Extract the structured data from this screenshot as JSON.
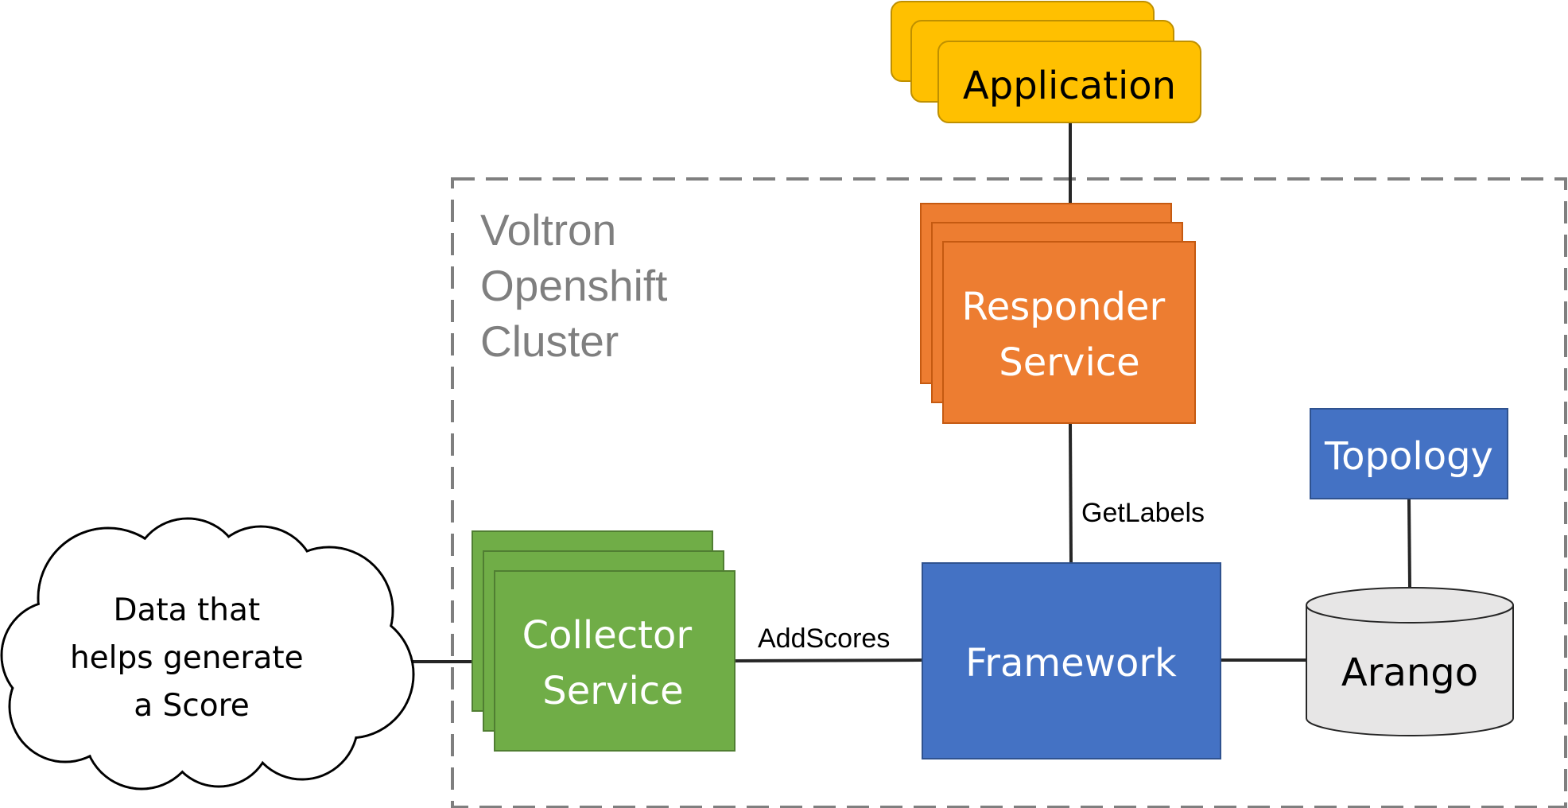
{
  "cluster": {
    "label_lines": [
      "Voltron",
      "Openshift",
      "Cluster"
    ]
  },
  "nodes": {
    "application": {
      "label_lines": [
        "Application"
      ]
    },
    "responder": {
      "label_lines": [
        "Responder",
        "Service"
      ]
    },
    "topology": {
      "label_lines": [
        "Topology"
      ]
    },
    "framework": {
      "label_lines": [
        "Framework"
      ]
    },
    "collector": {
      "label_lines": [
        "Collector",
        "Service"
      ]
    },
    "arango": {
      "label_lines": [
        "Arango"
      ]
    },
    "data_cloud": {
      "label_lines": [
        "Data that",
        "helps generate",
        "a Score"
      ]
    }
  },
  "edges": {
    "get_labels": "GetLabels",
    "add_scores": "AddScores"
  },
  "colors": {
    "application": "#FFC000",
    "responder": "#ED7D31",
    "framework": "#4472C4",
    "topology": "#4472C4",
    "collector": "#70AD47",
    "arango": "#E7E6E6",
    "cluster_border": "#7f7f7f",
    "cluster_text": "#7f7f7f"
  }
}
